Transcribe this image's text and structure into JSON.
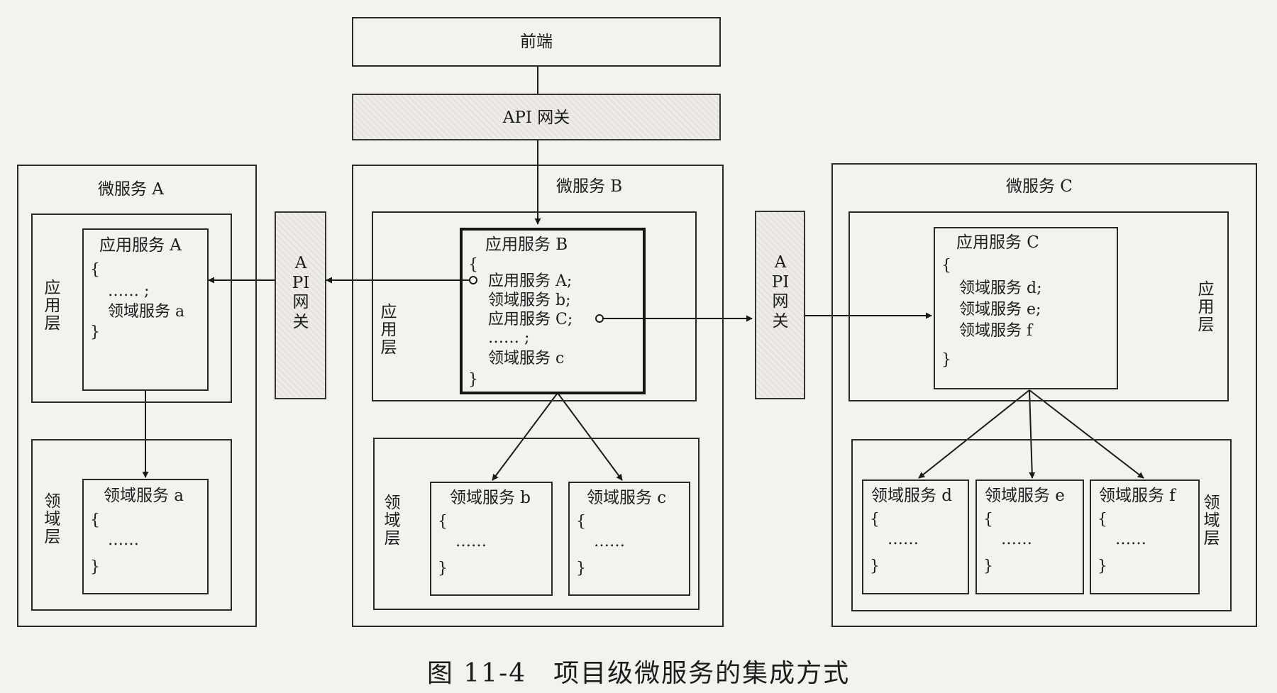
{
  "frontend": "前端",
  "top_gateway": "API 网关",
  "side_gateway": "API网关",
  "services": {
    "a": {
      "title": "微服务 A",
      "app_layer": "应用层",
      "domain_layer": "领域层",
      "app_service": {
        "title": "应用服务 A",
        "open": "{",
        "lines": [
          "…… ;",
          "领域服务 a"
        ],
        "close": "}"
      },
      "domain_service": {
        "title": "领域服务 a",
        "open": "{",
        "body": "……",
        "close": "}"
      }
    },
    "b": {
      "title": "微服务 B",
      "app_layer": "应用层",
      "domain_layer": "领域层",
      "app_service": {
        "title": "应用服务 B",
        "open": "{",
        "lines": [
          "应用服务 A;",
          "领域服务 b;",
          "应用服务 C;",
          "…… ;",
          "领域服务 c"
        ],
        "close": "}"
      },
      "domain_services": [
        {
          "title": "领域服务 b",
          "open": "{",
          "body": "……",
          "close": "}"
        },
        {
          "title": "领域服务 c",
          "open": "{",
          "body": "……",
          "close": "}"
        }
      ]
    },
    "c": {
      "title": "微服务 C",
      "app_layer": "应用层",
      "domain_layer": "领域层",
      "app_service": {
        "title": "应用服务 C",
        "open": "{",
        "lines": [
          "领域服务 d;",
          "领域服务 e;",
          "领域服务 f"
        ],
        "close": "}"
      },
      "domain_services": [
        {
          "title": "领域服务 d",
          "open": "{",
          "body": "……",
          "close": "}"
        },
        {
          "title": "领域服务 e",
          "open": "{",
          "body": "……",
          "close": "}"
        },
        {
          "title": "领域服务 f",
          "open": "{",
          "body": "……",
          "close": "}"
        }
      ]
    }
  },
  "caption": "图 11-4　项目级微服务的集成方式"
}
